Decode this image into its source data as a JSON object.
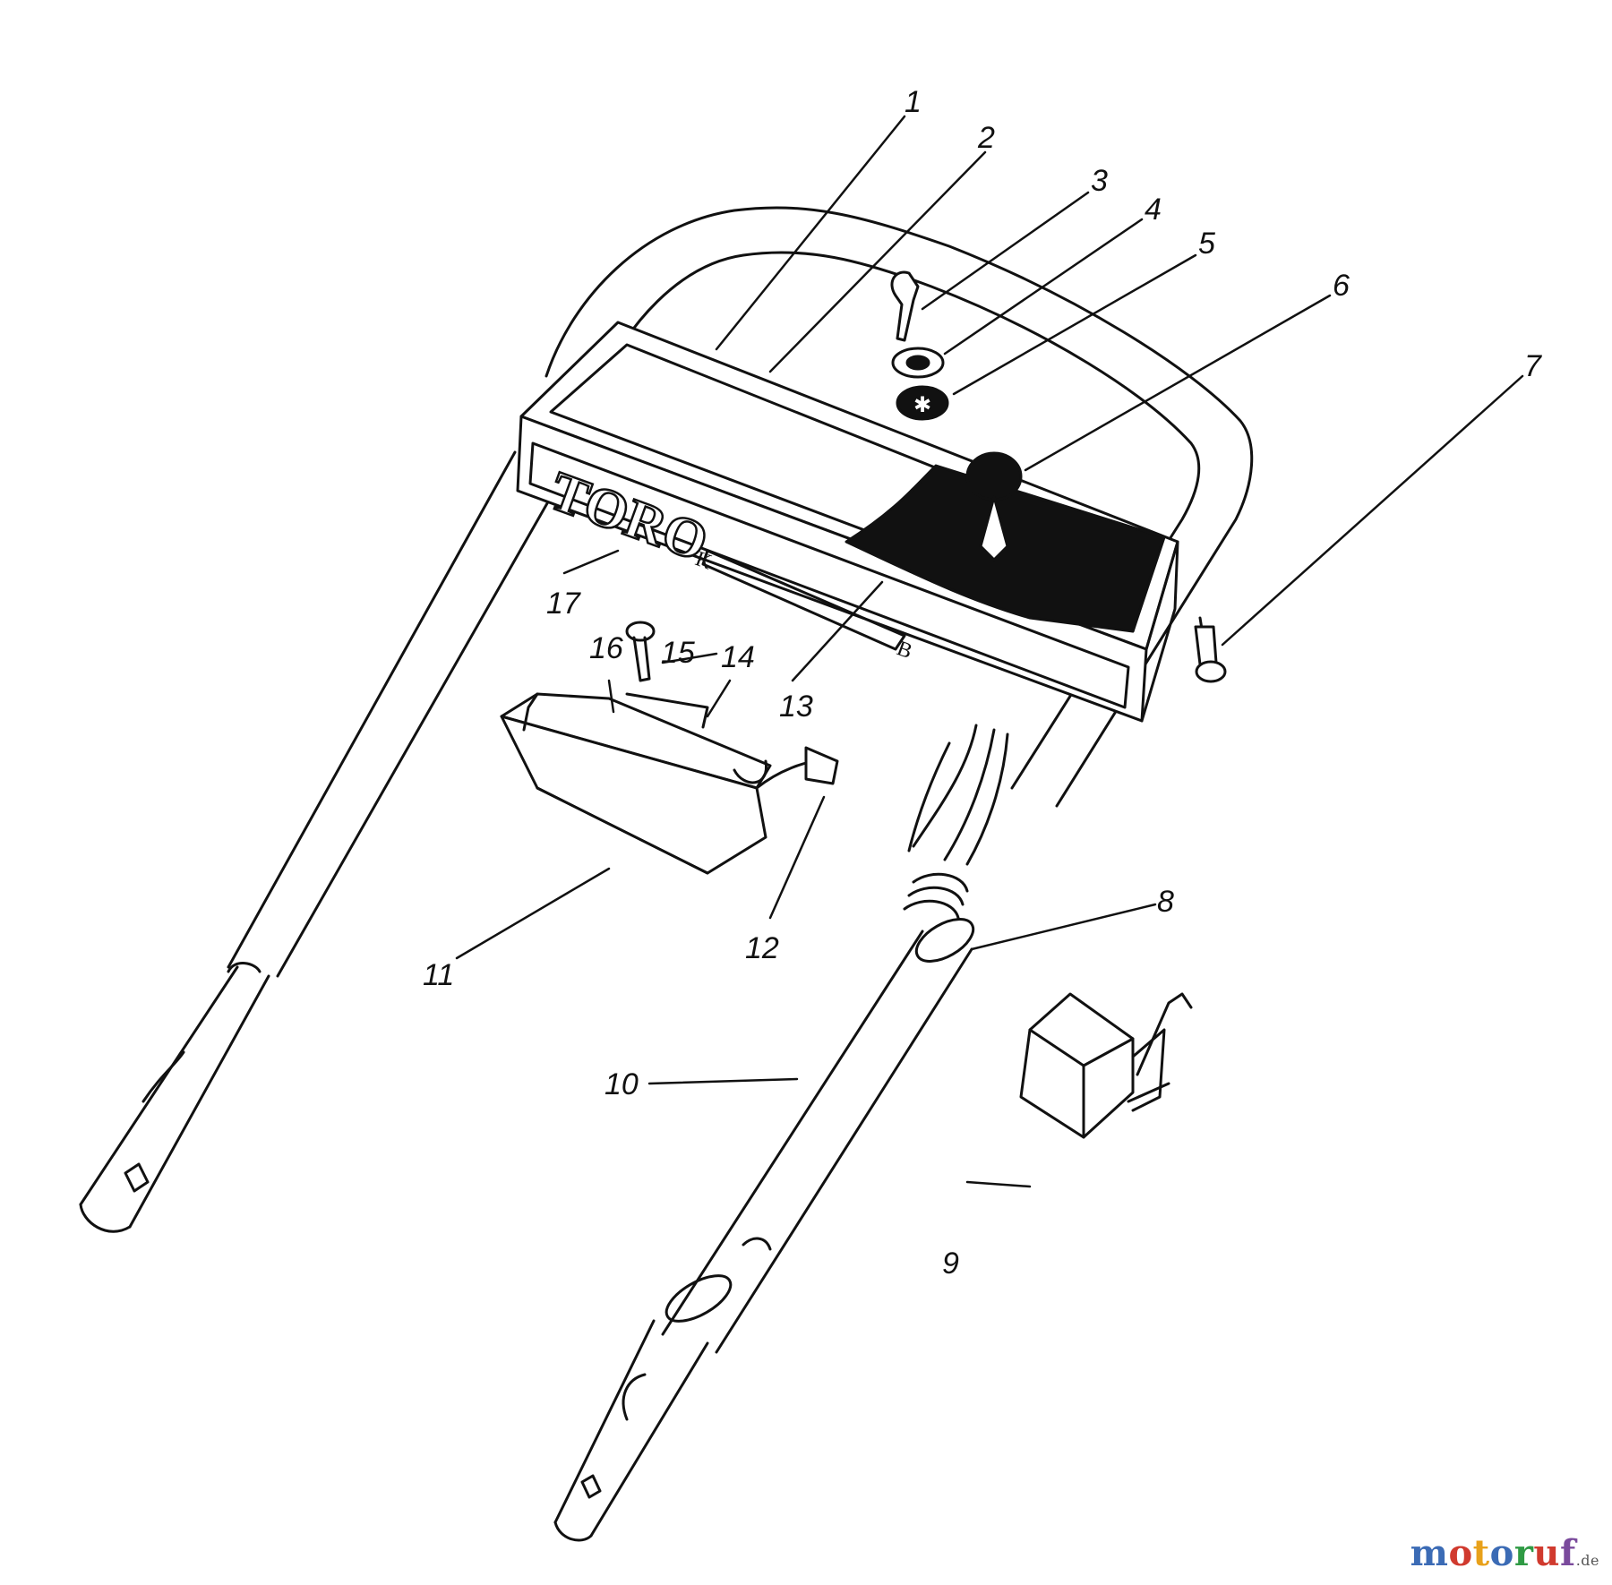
{
  "diagram": {
    "brand_logo": "TORO",
    "panel_marks": {
      "left": "K",
      "right": "B"
    },
    "part_numbers": [
      "1",
      "2",
      "3",
      "4",
      "5",
      "6",
      "7",
      "8",
      "9",
      "10",
      "11",
      "12",
      "13",
      "14",
      "15",
      "16",
      "17"
    ],
    "line_color": "#111111",
    "fill_color": "#ffffff"
  },
  "watermark": {
    "text": "motoruf",
    "suffix": ".de",
    "letter_colors": [
      "#3b6bb5",
      "#d03a2e",
      "#e8a11a",
      "#3b6bb5",
      "#2f9a44",
      "#d03a2e",
      "#7a4a9c"
    ]
  }
}
